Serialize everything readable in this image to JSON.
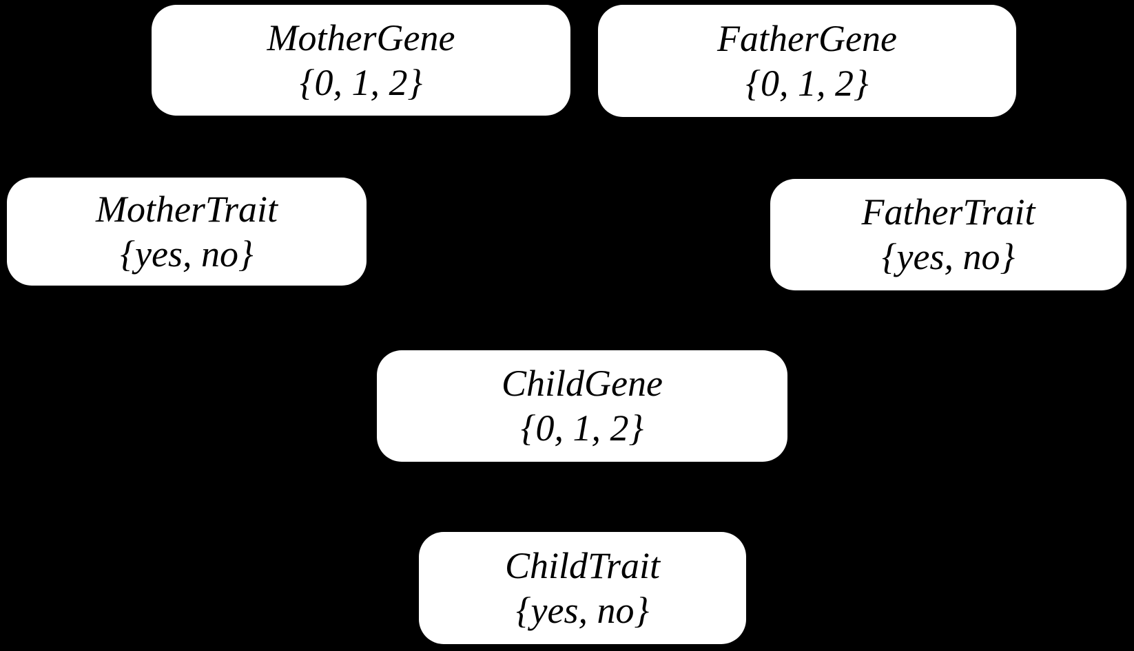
{
  "diagram": {
    "type": "bayesian-network",
    "background_color": "#000000",
    "node_fill_color": "#ffffff",
    "node_text_color": "#000000",
    "nodes": [
      {
        "id": "mother-gene",
        "label": "MotherGene",
        "domain": "{0, 1, 2}"
      },
      {
        "id": "father-gene",
        "label": "FatherGene",
        "domain": "{0, 1, 2}"
      },
      {
        "id": "mother-trait",
        "label": "MotherTrait",
        "domain": "{yes, no}"
      },
      {
        "id": "father-trait",
        "label": "FatherTrait",
        "domain": "{yes, no}"
      },
      {
        "id": "child-gene",
        "label": "ChildGene",
        "domain": "{0, 1, 2}"
      },
      {
        "id": "child-trait",
        "label": "ChildTrait",
        "domain": "{yes, no}"
      }
    ]
  }
}
